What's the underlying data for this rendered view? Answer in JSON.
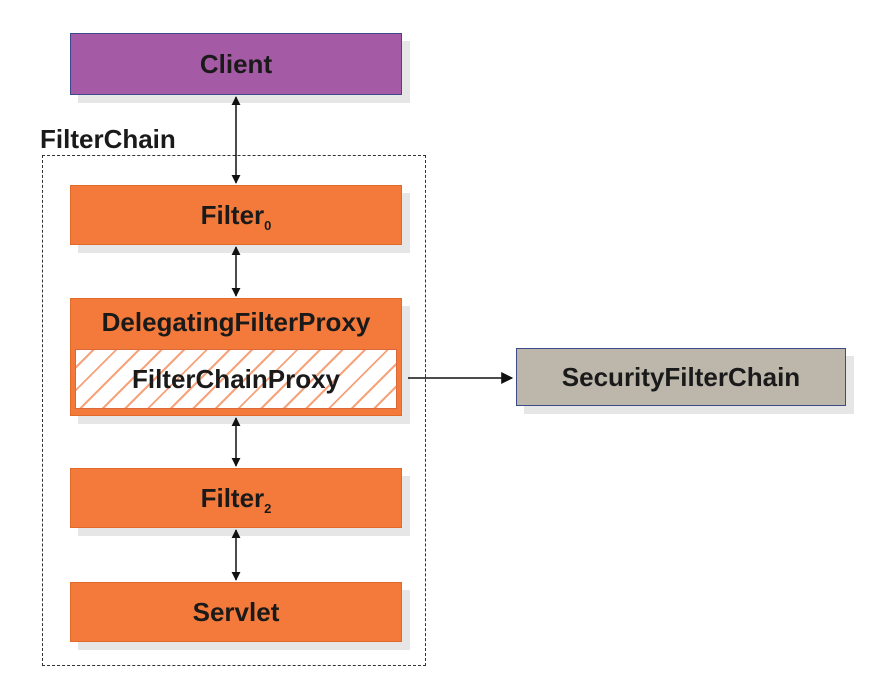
{
  "diagram": {
    "client_label": "Client",
    "filter_chain_label": "FilterChain",
    "filter0": {
      "name": "Filter",
      "subscript": "0"
    },
    "delegating_label": "DelegatingFilterProxy",
    "filter_chain_proxy_label": "FilterChainProxy",
    "security_filter_chain_label": "SecurityFilterChain",
    "filter2": {
      "name": "Filter",
      "subscript": "2"
    },
    "servlet_label": "Servlet"
  },
  "colors": {
    "client": "#a55aa5",
    "filter": "#f47a3b",
    "security_filter_chain": "#bdb7ab",
    "border_blue": "#3b4a8a"
  }
}
